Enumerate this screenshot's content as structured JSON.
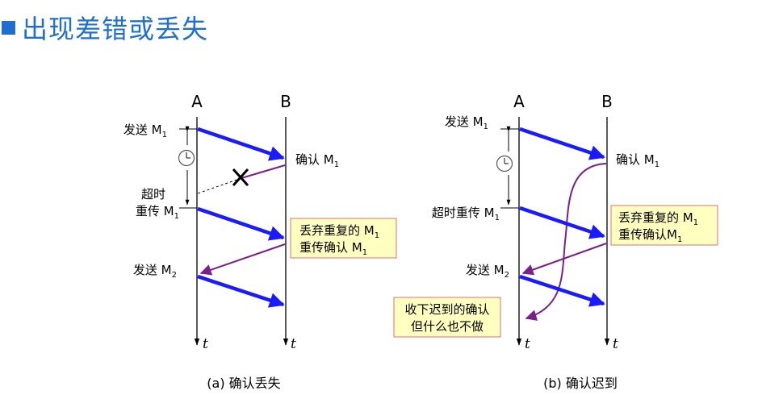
{
  "title": "出现差错或丢失",
  "colors": {
    "title": "#1f6fd1",
    "blue_arrow": "#1a1aff",
    "purple_arrow": "#7a1f8c",
    "note_fill": "#ffffc0",
    "note_border": "#e07070"
  },
  "hosts": {
    "a": "A",
    "b": "B"
  },
  "time_label": "t",
  "sub1": "1",
  "sub2": "2",
  "left": {
    "send_m1": "发送 M",
    "timeout_1": "超时",
    "timeout_2": "重传 M",
    "ack_m1": "确认 M",
    "send_m2": "发送 M",
    "note_line1": "丢弃重复的 M",
    "note_line2": "重传确认 M",
    "caption": "(a) 确认丢失"
  },
  "right": {
    "send_m1": "发送 M",
    "timeout_resend": "超时重传 M",
    "ack_m1": "确认 M",
    "send_m2": "发送 M",
    "note_line1": "丢弃重复的 M",
    "note_line2": "重传确认M",
    "note2_line1": "收下迟到的确认",
    "note2_line2": "但什么也不做",
    "caption": "(b) 确认迟到"
  }
}
